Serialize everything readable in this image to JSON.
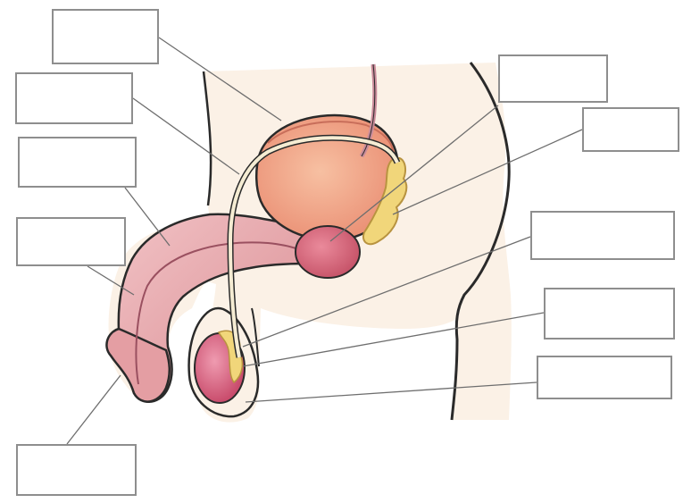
{
  "diagram": {
    "labels": [
      {
        "id": "box-1",
        "text": ""
      },
      {
        "id": "box-2",
        "text": ""
      },
      {
        "id": "box-3",
        "text": ""
      },
      {
        "id": "box-4",
        "text": ""
      },
      {
        "id": "box-5",
        "text": ""
      },
      {
        "id": "box-6",
        "text": ""
      },
      {
        "id": "box-7",
        "text": ""
      },
      {
        "id": "box-8",
        "text": ""
      },
      {
        "id": "box-9",
        "text": ""
      },
      {
        "id": "box-10",
        "text": ""
      }
    ],
    "colors": {
      "skin": "#fbf1e6",
      "skin_outline": "#2a2a2a",
      "bladder": "#f0a585",
      "penis": "#e8a9ab",
      "prostate": "#d9687c",
      "testis": "#dd6d86",
      "seminal_vesicle": "#f1d67a",
      "duct": "#f5ecd3",
      "leader_line": "#6e6e6e"
    }
  }
}
